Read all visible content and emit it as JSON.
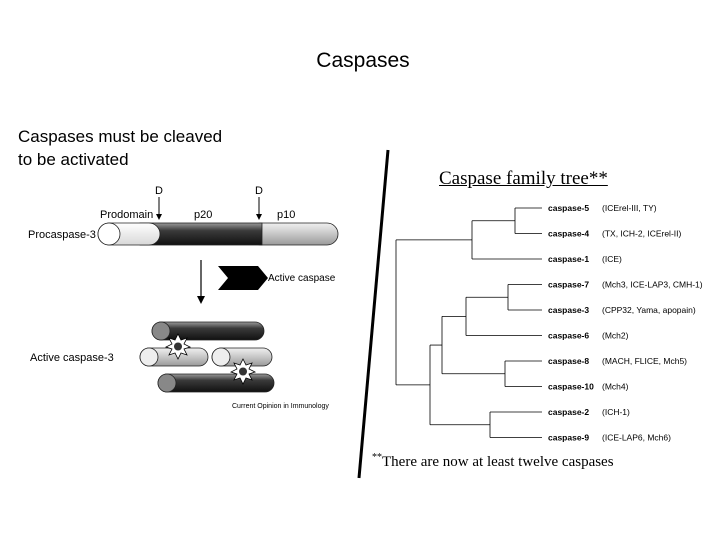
{
  "title": "Caspases",
  "left_text": {
    "line1": "Caspases must be cleaved",
    "line2": "to be activated"
  },
  "diagram": {
    "site_marker_1": "D",
    "site_marker_2": "D",
    "prodomain_label": "Prodomain",
    "p20_label": "p20",
    "p10_label": "p10",
    "procaspase_label": "Procaspase-3",
    "active_caspase_arrow_label": "Active caspase",
    "active_caspase3_label": "Active caspase-3",
    "credit": "Current Opinion in Immunology"
  },
  "tree": {
    "title": "Caspase family tree**",
    "leaves": [
      {
        "name": "caspase-5",
        "aliases": "(ICErel-III, TY)"
      },
      {
        "name": "caspase-4",
        "aliases": "(TX, ICH-2, ICErel-II)"
      },
      {
        "name": "caspase-1",
        "aliases": "(ICE)"
      },
      {
        "name": "caspase-7",
        "aliases": "(Mch3, ICE-LAP3, CMH-1)"
      },
      {
        "name": "caspase-3",
        "aliases": "(CPP32, Yama, apopain)"
      },
      {
        "name": "caspase-6",
        "aliases": "(Mch2)"
      },
      {
        "name": "caspase-8",
        "aliases": "(MACH, FLICE, Mch5)"
      },
      {
        "name": "caspase-10",
        "aliases": "(Mch4)"
      },
      {
        "name": "caspase-2",
        "aliases": "(ICH-1)"
      },
      {
        "name": "caspase-9",
        "aliases": "(ICE-LAP6, Mch6)"
      }
    ]
  },
  "footnote": {
    "marker": "**",
    "text": "There are now at least twelve caspases"
  }
}
